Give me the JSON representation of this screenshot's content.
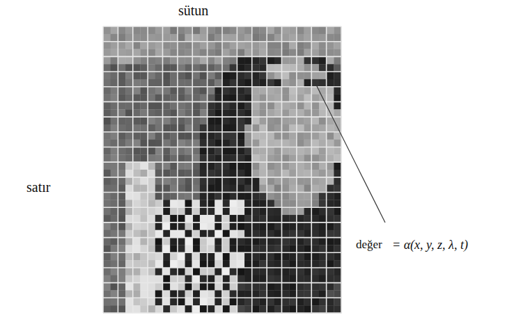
{
  "diagram": {
    "labels": [
      "sütun",
      "satır",
      "değer",
      "= α(x, y, z, λ, t)"
    ]
  }
}
